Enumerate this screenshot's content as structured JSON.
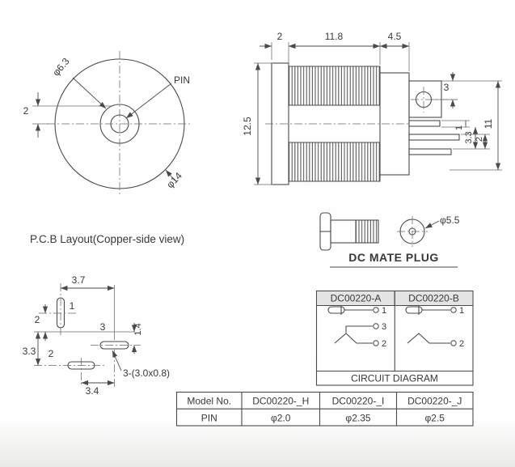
{
  "colors": {
    "line": "#4a4a4a",
    "text": "#383838",
    "table_header_bg": "#e4e4e4",
    "background": "#ffffff"
  },
  "front_view": {
    "dim_boss_dia": "φ6.3",
    "pin_label": "PIN",
    "dim_offset": "2",
    "dim_outer_dia": "φ14"
  },
  "side_view": {
    "dim_flange_w": "2",
    "dim_thread_len": "11.8",
    "dim_rear_len": "4.5",
    "dim_body_dia": "12.5",
    "dim_lug": "3",
    "dim_pin_t": "1",
    "dim_pin_gap": "3.3",
    "dim_pin_w": "2",
    "dim_rear_h": "11"
  },
  "mate_plug": {
    "dim_plug_dia": "φ5.5",
    "caption": "DC MATE PLUG"
  },
  "pcb_layout": {
    "title": "P.C.B Layout(Copper-side view)",
    "dim_span": "3.7",
    "pad1_label": "1",
    "dim_p1": "2",
    "dim_p2": "3.3",
    "pad2_label": "2",
    "pad3_label": "3",
    "dim_p3": "1.4",
    "hole_note": "3-(3.0x0.8)",
    "dim_bottom": "3.4"
  },
  "circuit_table": {
    "model_a": "DC00220-A",
    "model_b": "DC00220-B",
    "a_t1": "1",
    "a_t3": "3",
    "a_t2": "2",
    "b_t1": "1",
    "b_t2": "2",
    "caption": "CIRCUIT DIAGRAM"
  },
  "model_table": {
    "headers": [
      "Model No.",
      "DC00220-_H",
      "DC00220-_I",
      "DC00220-_J"
    ],
    "pin_row": [
      "PIN",
      "φ2.0",
      "φ2.35",
      "φ2.5"
    ]
  }
}
